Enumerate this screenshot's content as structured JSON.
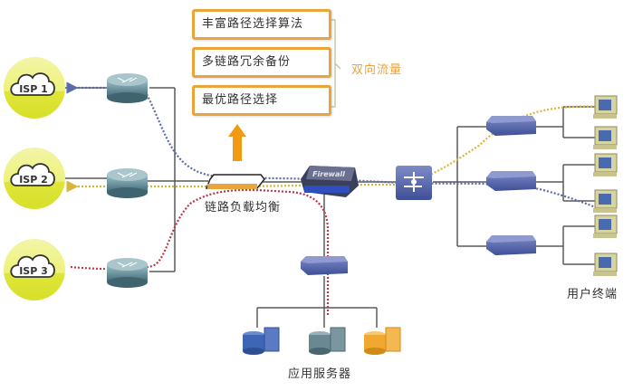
{
  "features": [
    {
      "label": "丰富路径选择算法"
    },
    {
      "label": "多链路冗余备份"
    },
    {
      "label": "最优路径选择"
    }
  ],
  "bidirectional_label": "双向流量",
  "load_balancer_label": "链路负载均衡",
  "firewall_label": "Firewall",
  "app_server_label": "应用服务器",
  "user_terminal_label": "用户终端",
  "isps": [
    {
      "label": "ISP 1"
    },
    {
      "label": "ISP 2"
    },
    {
      "label": "ISP 3"
    }
  ],
  "colors": {
    "accent_orange": "#e9a43c",
    "isp_circle": "#e7ee5a",
    "link_line": "#5a5a5a",
    "flow_blue": "#5b6aa8",
    "flow_yellow": "#d8b43a",
    "flow_red": "#b43a4a",
    "device_blue": "#4a5aa0"
  }
}
